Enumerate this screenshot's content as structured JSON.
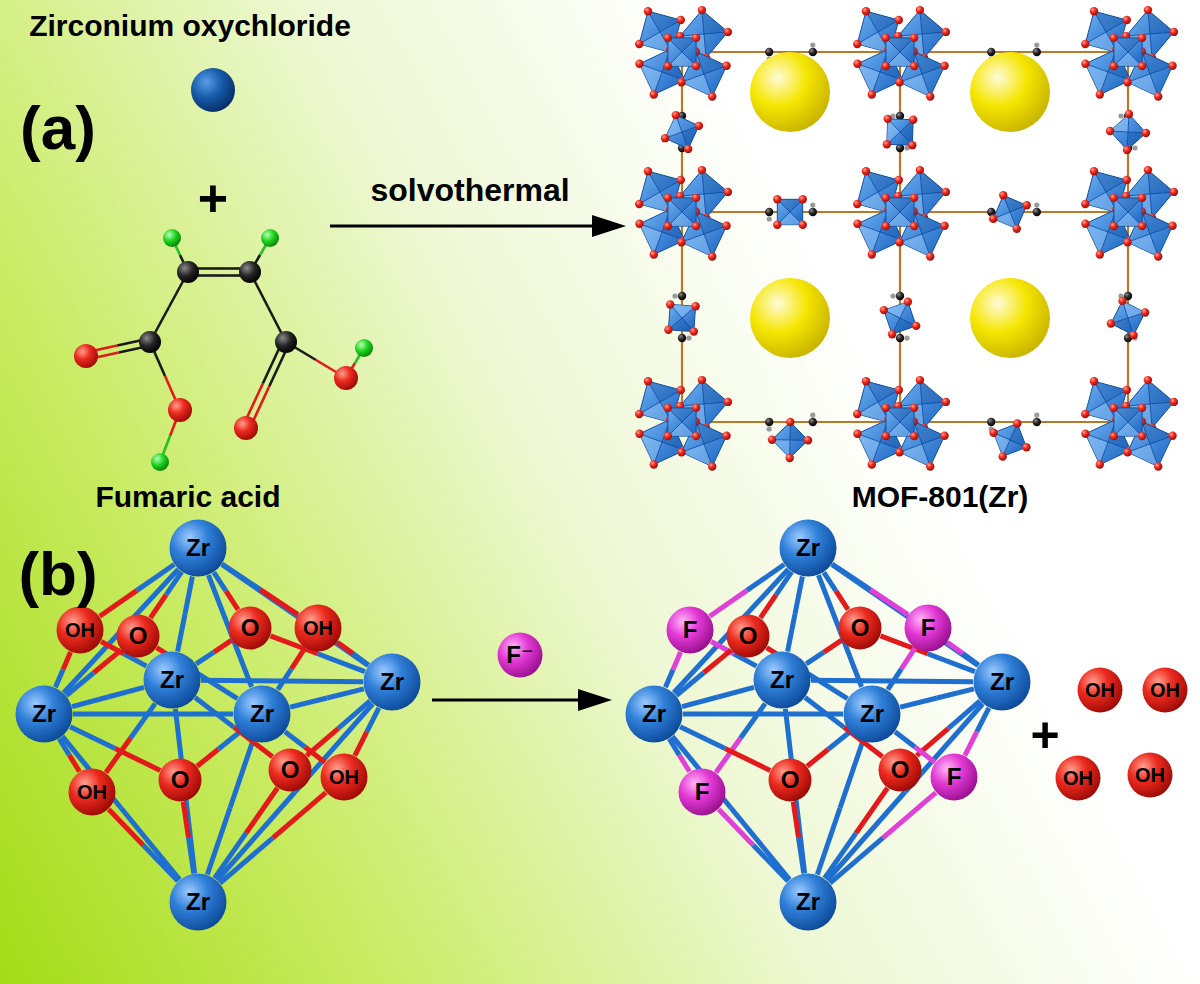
{
  "diagram": {
    "nodes": [
      {
        "text": [
          "Zr"
        ]
      },
      {
        "text": [
          "OH"
        ]
      },
      {
        "text": [
          "O"
        ]
      },
      {
        "text": [
          "Zr"
        ]
      },
      {
        "text": [
          "O"
        ]
      },
      {
        "text": [
          "OH"
        ]
      },
      {
        "text": [
          "Zr"
        ]
      },
      {
        "text": [
          "Zr"
        ]
      },
      {
        "text": [
          "Zr"
        ]
      },
      {
        "text": [
          "OH"
        ]
      },
      {
        "text": [
          "O"
        ]
      },
      {
        "text": [
          "O"
        ]
      },
      {
        "text": [
          "OH"
        ]
      },
      {
        "text": [
          "Zr"
        ]
      },
      {
        "text": [
          "F⁻"
        ]
      },
      {
        "text": [
          "Zr"
        ]
      },
      {
        "text": [
          "F"
        ]
      },
      {
        "text": [
          "O"
        ]
      },
      {
        "text": [
          "Zr"
        ]
      },
      {
        "text": [
          "O"
        ]
      },
      {
        "text": [
          "F"
        ]
      },
      {
        "text": [
          "Zr"
        ]
      },
      {
        "text": [
          "Zr"
        ]
      },
      {
        "text": [
          "Zr"
        ]
      },
      {
        "text": [
          "F"
        ]
      },
      {
        "text": [
          "O"
        ]
      },
      {
        "text": [
          "O"
        ]
      },
      {
        "text": [
          "F"
        ]
      },
      {
        "text": [
          "Zr"
        ]
      },
      {
        "text": [
          "OH"
        ]
      },
      {
        "text": [
          "OH"
        ]
      },
      {
        "text": [
          "OH"
        ]
      },
      {
        "text": [
          "OH"
        ]
      }
    ],
    "edges": [
      {
        "from": 0,
        "to": 7,
        "arrow": "none"
      },
      {
        "from": 0,
        "to": 8,
        "arrow": "none"
      },
      {
        "from": 0,
        "to": 6,
        "arrow": "none"
      },
      {
        "from": 0,
        "to": 3,
        "arrow": "none"
      },
      {
        "from": 13,
        "to": 7,
        "arrow": "none"
      },
      {
        "from": 13,
        "to": 8,
        "arrow": "none"
      },
      {
        "from": 13,
        "to": 6,
        "arrow": "none"
      },
      {
        "from": 13,
        "to": 3,
        "arrow": "none"
      },
      {
        "from": 7,
        "to": 8,
        "arrow": "none"
      },
      {
        "from": 8,
        "to": 6,
        "arrow": "none"
      },
      {
        "from": 6,
        "to": 3,
        "arrow": "none"
      },
      {
        "from": 3,
        "to": 7,
        "arrow": "none"
      },
      {
        "from": 1,
        "to": 0,
        "arrow": "none"
      },
      {
        "from": 1,
        "to": 7,
        "arrow": "none"
      },
      {
        "from": 1,
        "to": 3,
        "arrow": "none"
      },
      {
        "from": 2,
        "to": 0,
        "arrow": "none"
      },
      {
        "from": 2,
        "to": 7,
        "arrow": "none"
      },
      {
        "from": 2,
        "to": 8,
        "arrow": "none"
      },
      {
        "from": 4,
        "to": 0,
        "arrow": "none"
      },
      {
        "from": 4,
        "to": 6,
        "arrow": "none"
      },
      {
        "from": 4,
        "to": 3,
        "arrow": "none"
      },
      {
        "from": 5,
        "to": 0,
        "arrow": "none"
      },
      {
        "from": 5,
        "to": 8,
        "arrow": "none"
      },
      {
        "from": 5,
        "to": 6,
        "arrow": "none"
      },
      {
        "from": 9,
        "to": 13,
        "arrow": "none"
      },
      {
        "from": 9,
        "to": 7,
        "arrow": "none"
      },
      {
        "from": 9,
        "to": 3,
        "arrow": "none"
      },
      {
        "from": 10,
        "to": 13,
        "arrow": "none"
      },
      {
        "from": 10,
        "to": 7,
        "arrow": "none"
      },
      {
        "from": 10,
        "to": 8,
        "arrow": "none"
      },
      {
        "from": 11,
        "to": 13,
        "arrow": "none"
      },
      {
        "from": 11,
        "to": 6,
        "arrow": "none"
      },
      {
        "from": 11,
        "to": 3,
        "arrow": "none"
      },
      {
        "from": 12,
        "to": 13,
        "arrow": "none"
      },
      {
        "from": 12,
        "to": 8,
        "arrow": "none"
      },
      {
        "from": 12,
        "to": 6,
        "arrow": "none"
      },
      {
        "from": 15,
        "to": 22,
        "arrow": "none"
      },
      {
        "from": 15,
        "to": 23,
        "arrow": "none"
      },
      {
        "from": 15,
        "to": 21,
        "arrow": "none"
      },
      {
        "from": 15,
        "to": 18,
        "arrow": "none"
      },
      {
        "from": 28,
        "to": 22,
        "arrow": "none"
      },
      {
        "from": 28,
        "to": 23,
        "arrow": "none"
      },
      {
        "from": 28,
        "to": 21,
        "arrow": "none"
      },
      {
        "from": 28,
        "to": 18,
        "arrow": "none"
      },
      {
        "from": 22,
        "to": 23,
        "arrow": "none"
      },
      {
        "from": 23,
        "to": 21,
        "arrow": "none"
      },
      {
        "from": 21,
        "to": 18,
        "arrow": "none"
      },
      {
        "from": 18,
        "to": 22,
        "arrow": "none"
      },
      {
        "from": 16,
        "to": 15,
        "arrow": "none"
      },
      {
        "from": 16,
        "to": 22,
        "arrow": "none"
      },
      {
        "from": 16,
        "to": 18,
        "arrow": "none"
      },
      {
        "from": 17,
        "to": 15,
        "arrow": "none"
      },
      {
        "from": 17,
        "to": 22,
        "arrow": "none"
      },
      {
        "from": 17,
        "to": 23,
        "arrow": "none"
      },
      {
        "from": 19,
        "to": 15,
        "arrow": "none"
      },
      {
        "from": 19,
        "to": 21,
        "arrow": "none"
      },
      {
        "from": 19,
        "to": 18,
        "arrow": "none"
      },
      {
        "from": 20,
        "to": 15,
        "arrow": "none"
      },
      {
        "from": 20,
        "to": 23,
        "arrow": "none"
      },
      {
        "from": 20,
        "to": 21,
        "arrow": "none"
      },
      {
        "from": 24,
        "to": 28,
        "arrow": "none"
      },
      {
        "from": 24,
        "to": 22,
        "arrow": "none"
      },
      {
        "from": 24,
        "to": 18,
        "arrow": "none"
      },
      {
        "from": 25,
        "to": 28,
        "arrow": "none"
      },
      {
        "from": 25,
        "to": 22,
        "arrow": "none"
      },
      {
        "from": 25,
        "to": 23,
        "arrow": "none"
      },
      {
        "from": 26,
        "to": 28,
        "arrow": "none"
      },
      {
        "from": 26,
        "to": 21,
        "arrow": "none"
      },
      {
        "from": 26,
        "to": 18,
        "arrow": "none"
      },
      {
        "from": 27,
        "to": 28,
        "arrow": "none"
      },
      {
        "from": 27,
        "to": 23,
        "arrow": "none"
      },
      {
        "from": 27,
        "to": 21,
        "arrow": "none"
      }
    ],
    "labels": [
      "Zirconium oxychloride",
      "(a)",
      "+",
      "solvothermal",
      "Fumaric acid",
      "MOF-801(Zr)",
      "(b)",
      "+"
    ]
  }
}
